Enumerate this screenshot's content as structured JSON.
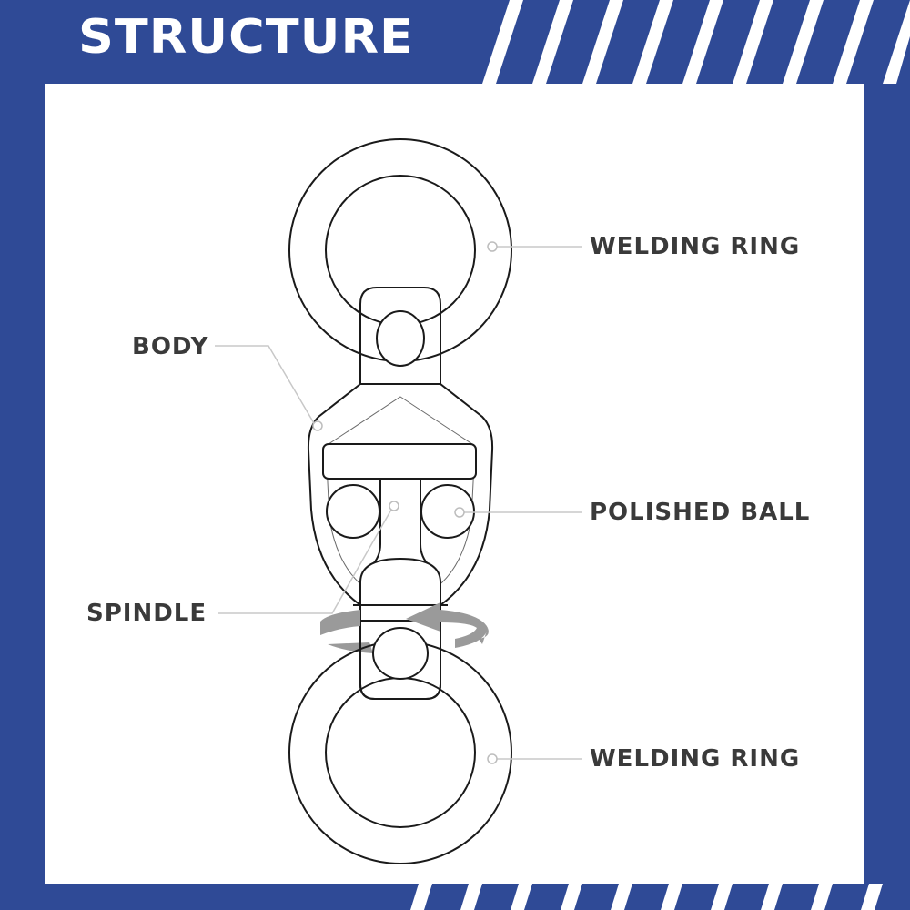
{
  "header": {
    "title": "STRUCTURE"
  },
  "colors": {
    "background": "#2f4a96",
    "panel": "#ffffff",
    "outline": "#1a1a1a",
    "label": "#3a3a3a",
    "leader": "#c8c8c8",
    "arrow": "#9a9a9a"
  },
  "labels": {
    "welding_ring_top": "WELDING RING",
    "body": "BODY",
    "polished_ball": "POLISHED BALL",
    "spindle": "SPINDLE",
    "welding_ring_bottom": "WELDING RING"
  }
}
